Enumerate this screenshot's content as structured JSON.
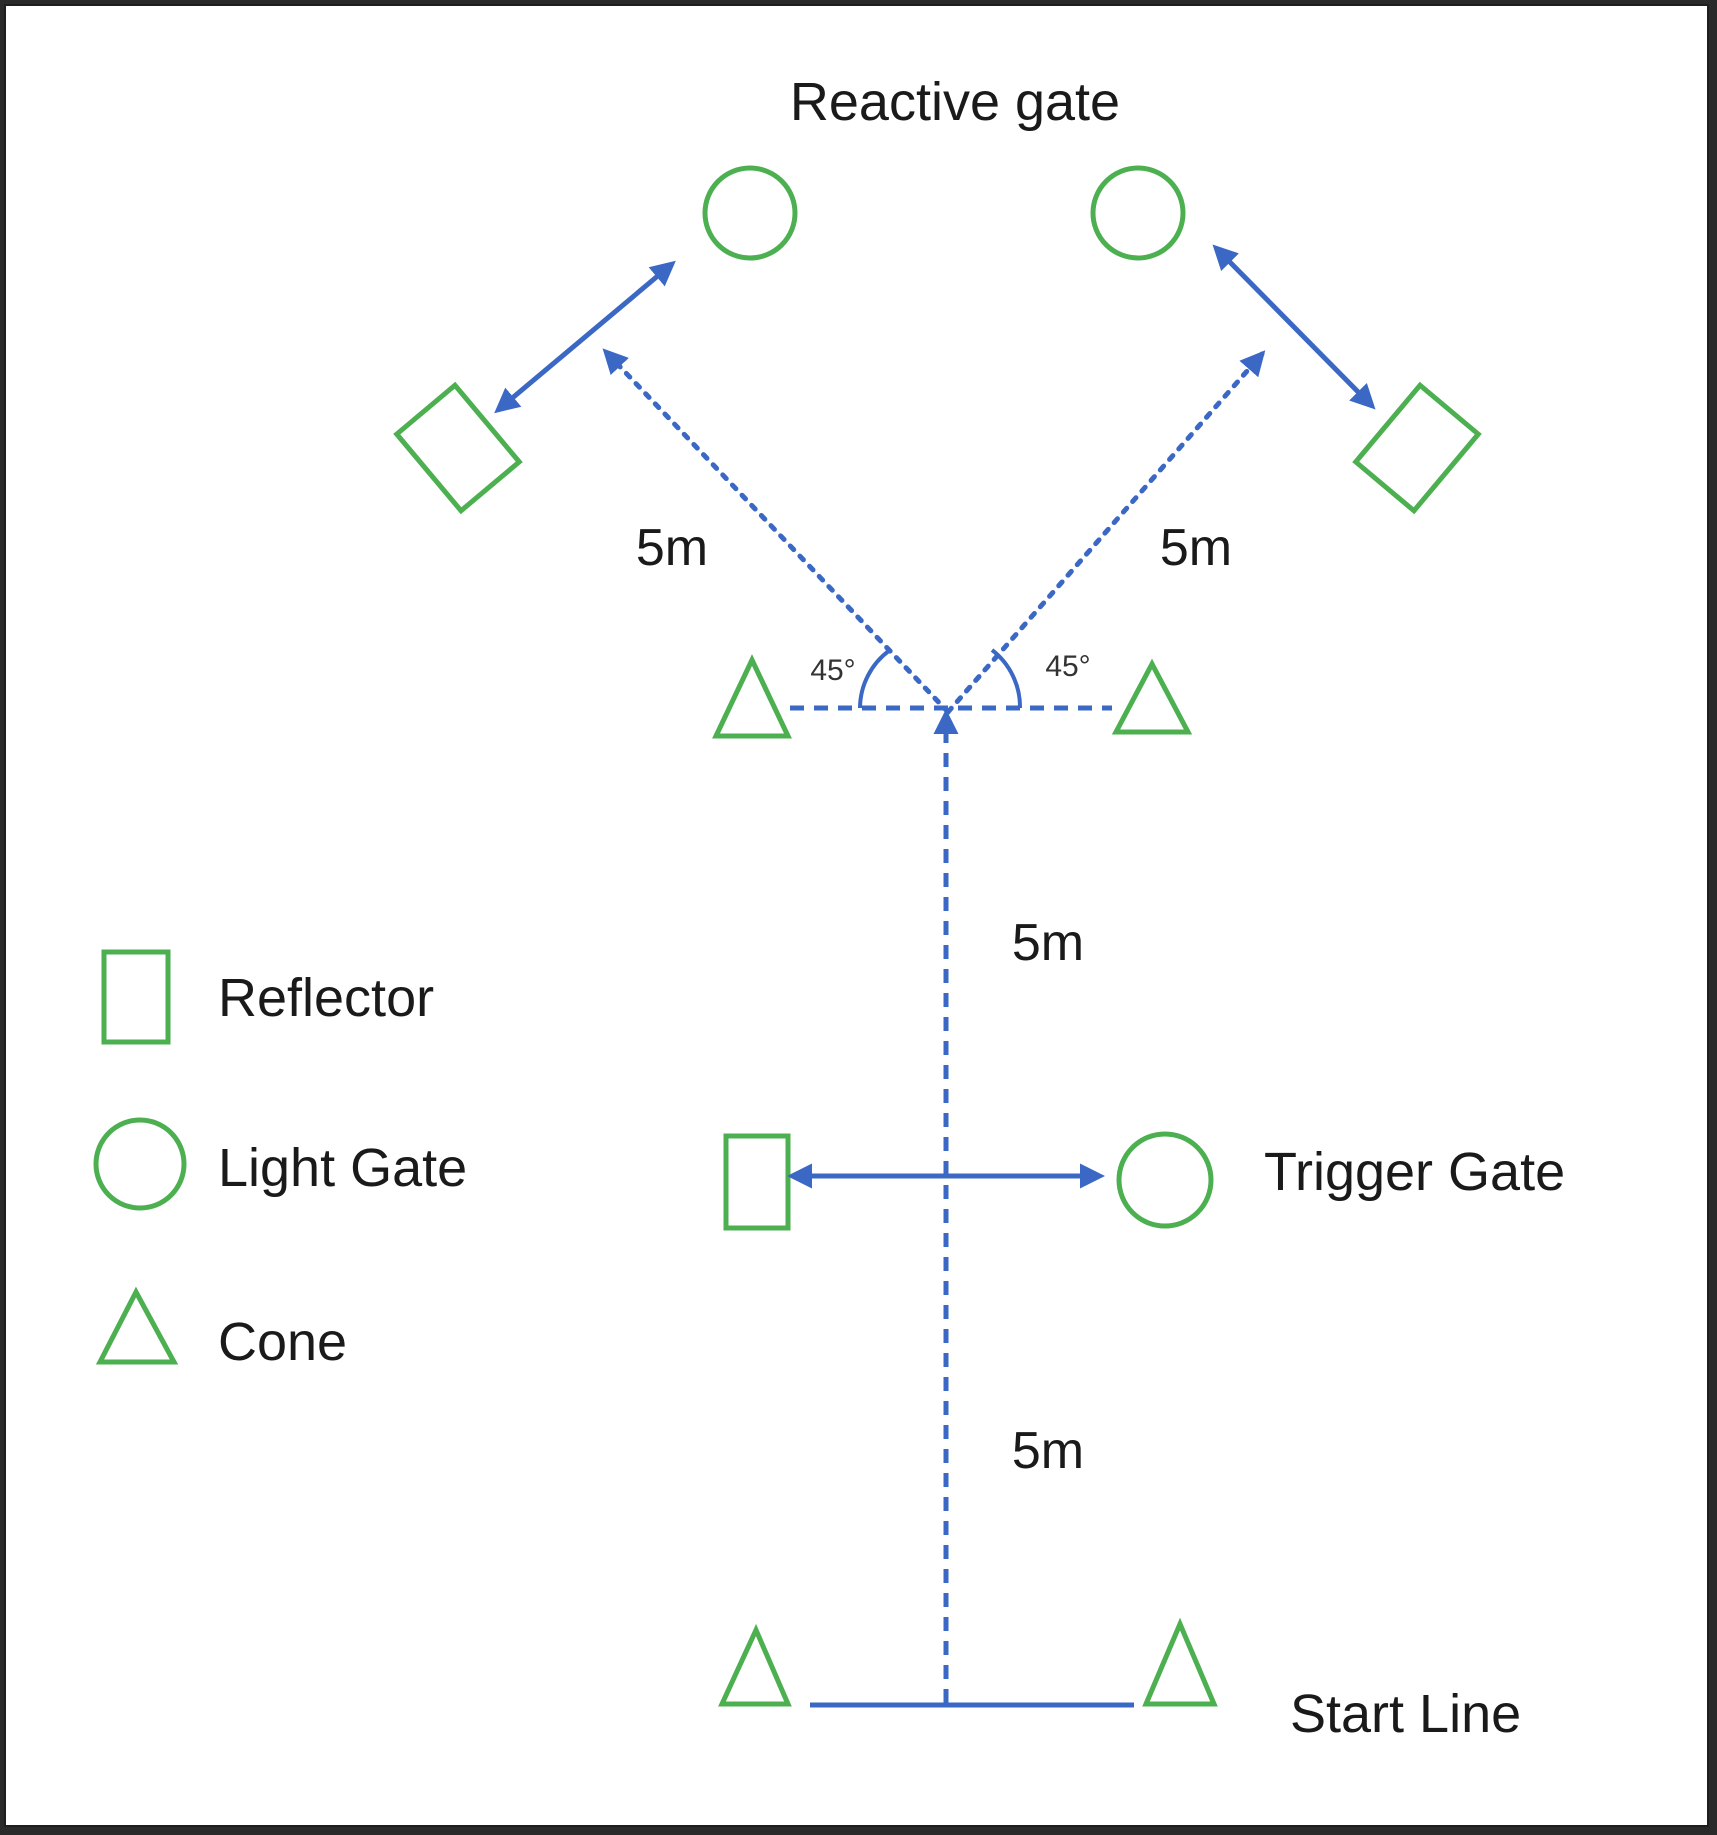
{
  "title": "Reactive gate",
  "distances": {
    "left_diagonal": "5m",
    "right_diagonal": "5m",
    "upper_straight": "5m",
    "lower_straight": "5m"
  },
  "angles": {
    "left": "45°",
    "right": "45°"
  },
  "labels": {
    "trigger_gate": "Trigger Gate",
    "start_line": "Start Line"
  },
  "legend": [
    {
      "icon": "reflector-icon",
      "label": "Reflector"
    },
    {
      "icon": "light-gate-icon",
      "label": "Light Gate"
    },
    {
      "icon": "cone-icon",
      "label": "Cone"
    }
  ],
  "colors": {
    "equipment": "#4caf50",
    "path": "#3a68c4",
    "text": "#1a1a1a"
  }
}
